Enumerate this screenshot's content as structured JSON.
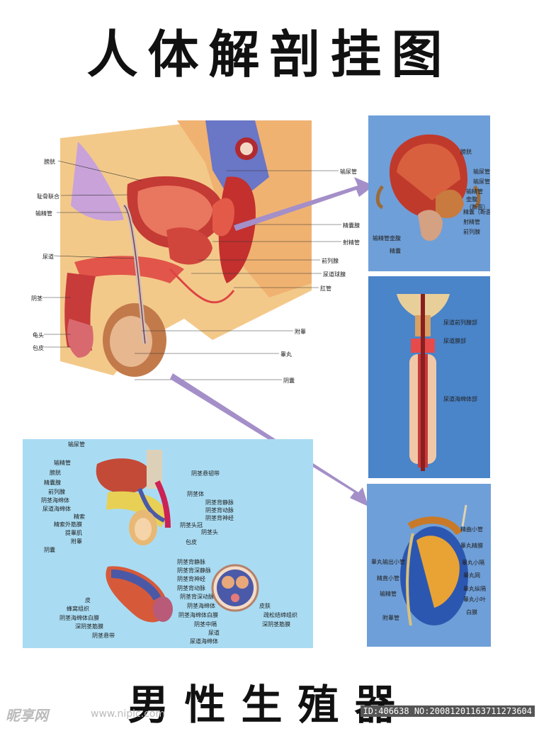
{
  "title": "人体解剖挂图",
  "subtitle": "男性生殖器",
  "watermark": {
    "brand": "昵享网",
    "url": "www.nipic.com",
    "id": "ID:406638 NO:20081201163711273604"
  },
  "main_labels_left": [
    "膀胱",
    "耻骨联合",
    "输精管",
    "尿道",
    "阴茎",
    "龟头",
    "包皮"
  ],
  "main_labels_right": [
    "输尿管",
    "精囊腺",
    "射精管",
    "前列腺",
    "尿道球腺",
    "肛管",
    "附睾",
    "睾丸",
    "阴囊"
  ],
  "bladder_view_labels": [
    "膀胱",
    "输尿管",
    "输尿管",
    "输精管壶腹（断面）",
    "精囊（断面）",
    "射精管",
    "前列腺",
    "输精管壶腹",
    "精囊"
  ],
  "urethra_labels": [
    "尿道前列腺部",
    "尿道膜部",
    "尿道海绵体部"
  ],
  "testis_labels": [
    "精曲小管",
    "睾丸输出小管",
    "睾丸精膜",
    "精直小管",
    "睾丸小隔",
    "睾丸网",
    "输精管",
    "睾丸纵隔",
    "睾丸小叶",
    "附睾管",
    "白膜"
  ],
  "bottom_left_labels": [
    "输尿管",
    "输精管",
    "膀胱",
    "精囊腺",
    "前列腺",
    "阴茎海绵体",
    "尿道海绵体",
    "精索",
    "精索外筋膜",
    "提睾肌",
    "附睾",
    "阴囊"
  ],
  "bottom_mid_labels": [
    "阴茎悬韧带",
    "阴茎体",
    "阴茎背静脉",
    "阴茎背动脉",
    "阴茎背神经",
    "阴茎头冠",
    "阴茎头",
    "包皮"
  ],
  "cross_left_labels": [
    "皮",
    "蜂窝组织",
    "阴茎海绵体白膜",
    "深阴茎筋膜",
    "阴茎悬带"
  ],
  "cross_center_labels": [
    "阴茎背静脉",
    "阴茎背深静脉",
    "阴茎背神经",
    "阴茎背动脉",
    "阴茎背深动脉",
    "阴茎海绵体",
    "阴茎海绵体白膜",
    "阴茎中隔",
    "尿道",
    "尿道海绵体"
  ],
  "cross_right_labels": [
    "皮肤",
    "疏松结缔组织",
    "深阴茎筋膜"
  ],
  "colors": {
    "panel_blue": "#6f9fd8",
    "panel_light": "#a9dcf3",
    "tissue_red": "#d64a3a",
    "arrow": "#a48fc8"
  }
}
